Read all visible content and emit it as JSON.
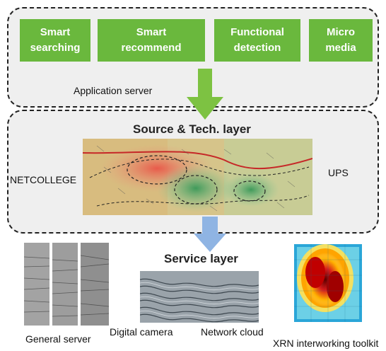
{
  "application_layer": {
    "buttons": [
      {
        "line1": "Smart",
        "line2": "searching"
      },
      {
        "line1": "Smart",
        "line2": "recommend"
      },
      {
        "line1": "Functional",
        "line2": "detection"
      },
      {
        "line1": "Micro",
        "line2": "media"
      }
    ],
    "caption": "Application server"
  },
  "source_layer": {
    "title": "Source & Tech. layer",
    "left_label": "NETCOLLEGE",
    "right_label": "UPS"
  },
  "service_layer": {
    "title": "Service layer",
    "labels": [
      "General server",
      "Digital camera",
      "Network cloud",
      "XRN interworking toolkit"
    ]
  },
  "colors": {
    "button_green": "#6ab83d",
    "arrow_green": "#7dc242",
    "arrow_blue": "#8fb4e3",
    "box_fill": "#efefef"
  }
}
